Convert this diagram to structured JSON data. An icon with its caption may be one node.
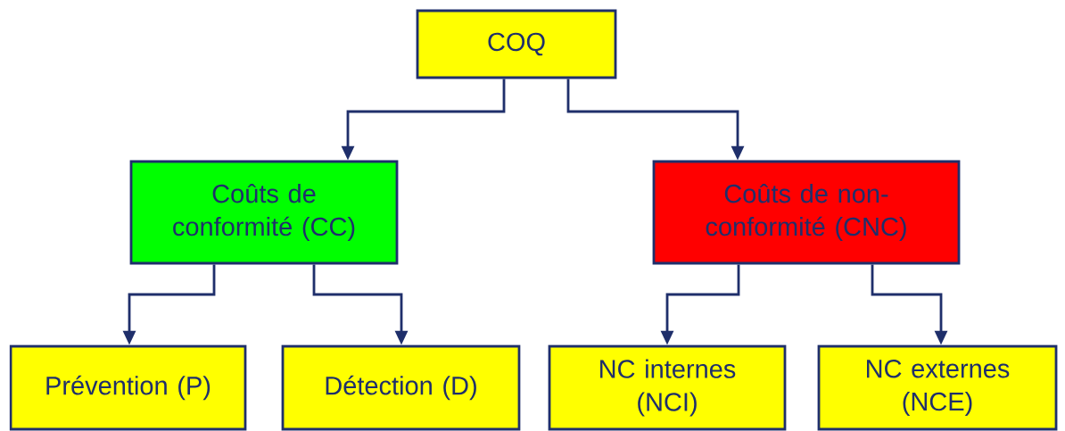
{
  "diagram": {
    "nodes": [
      {
        "text": [
          "COQ"
        ]
      },
      {
        "text": [
          "Coûts de conformité (CC)"
        ]
      },
      {
        "text": [
          "Coûts de non-conformité (CNC)"
        ]
      },
      {
        "text": [
          "Prévention (P)"
        ]
      },
      {
        "text": [
          "Détection (D)"
        ]
      },
      {
        "text": [
          "NC internes (NCI)"
        ]
      },
      {
        "text": [
          "NC externes (NCE)"
        ]
      }
    ],
    "edges": [
      {
        "from": 0,
        "to": 1,
        "arrow": "to"
      },
      {
        "from": 0,
        "to": 2,
        "arrow": "to"
      },
      {
        "from": 1,
        "to": 3,
        "arrow": "to"
      },
      {
        "from": 1,
        "to": 4,
        "arrow": "to"
      },
      {
        "from": 2,
        "to": 5,
        "arrow": "to"
      },
      {
        "from": 2,
        "to": 6,
        "arrow": "to"
      }
    ]
  }
}
